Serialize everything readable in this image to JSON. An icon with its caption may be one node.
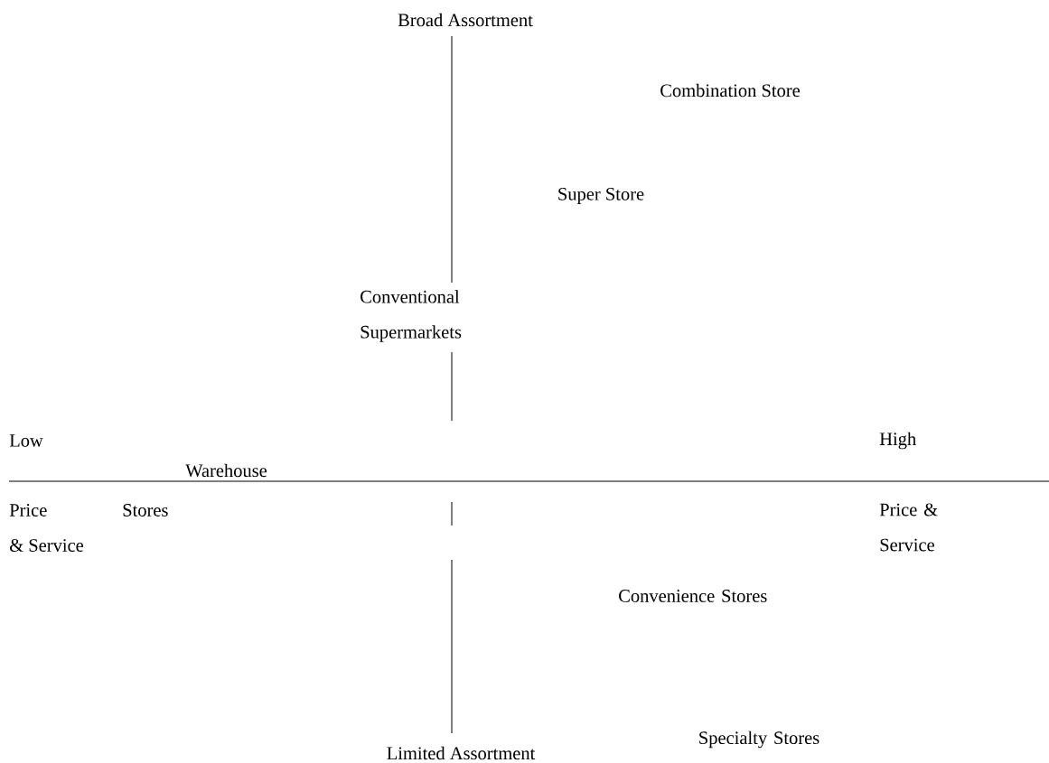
{
  "diagram": {
    "labels": [
      "Broad Assortment",
      "Combination Store",
      "Super Store",
      "Conventional Supermarkets",
      "Low",
      "High",
      "Warehouse",
      "Price",
      "Stores",
      "& Service",
      "Price & Service",
      "Convenience Stores",
      "Specialty Stores",
      "Limited Assortment"
    ]
  }
}
